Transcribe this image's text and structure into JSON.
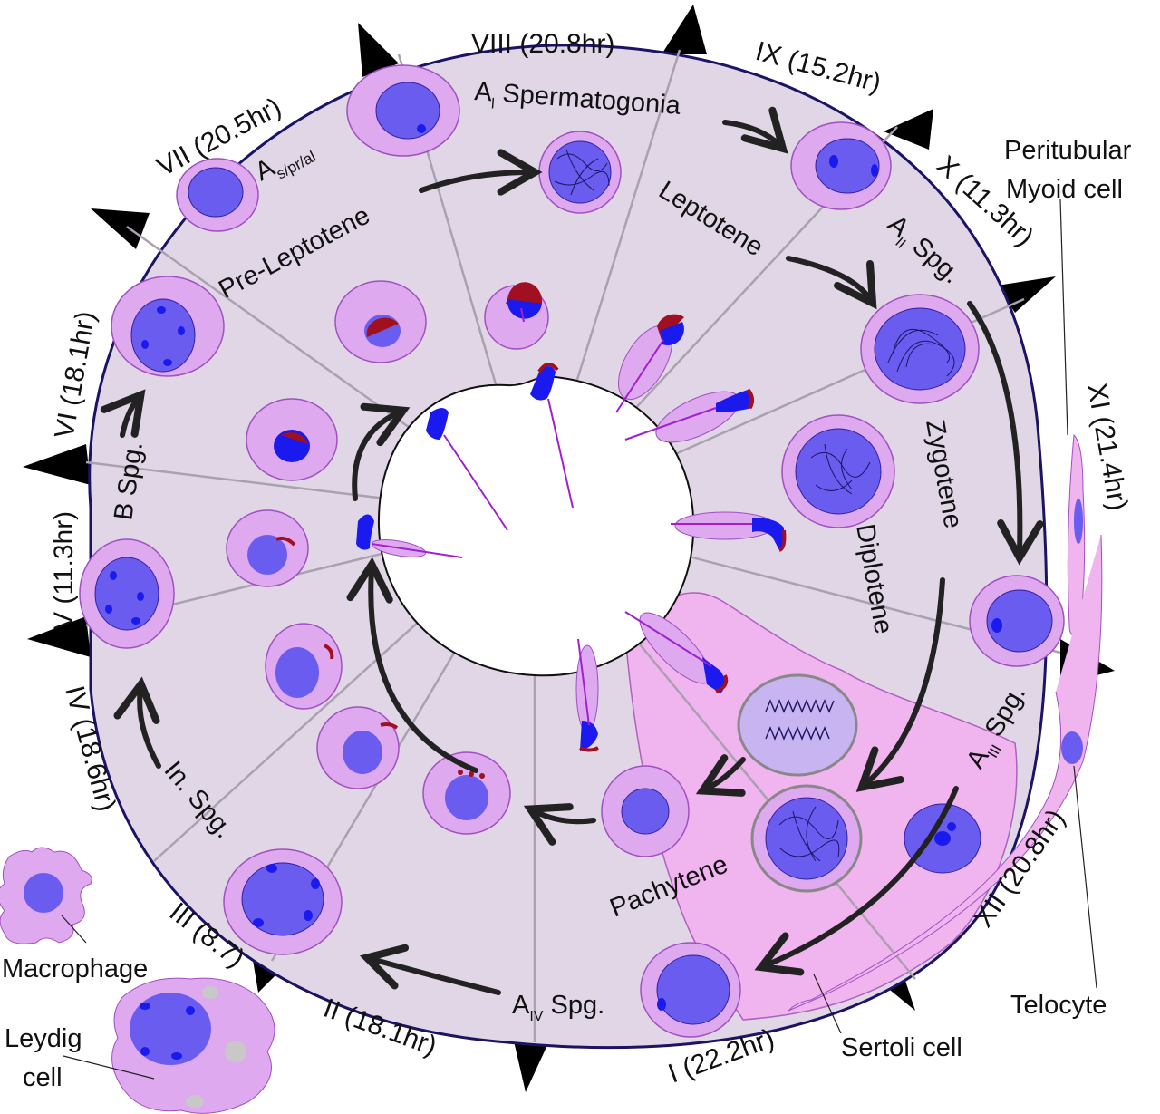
{
  "stages": [
    {
      "roman": "I",
      "duration": "(22.2hr)"
    },
    {
      "roman": "II",
      "duration": "(18.1hr)"
    },
    {
      "roman": "III",
      "duration": "(8.7)"
    },
    {
      "roman": "IV",
      "duration": "(18.6hr)"
    },
    {
      "roman": "V",
      "duration": "(11.3hr)"
    },
    {
      "roman": "VI",
      "duration": "(18.1hr)"
    },
    {
      "roman": "VII",
      "duration": "(20.5hr)"
    },
    {
      "roman": "VIII",
      "duration": "(20.8hr)"
    },
    {
      "roman": "IX",
      "duration": "(15.2hr)"
    },
    {
      "roman": "X",
      "duration": "(11.3hr)"
    },
    {
      "roman": "XI",
      "duration": "(21.4hr)"
    },
    {
      "roman": "XII",
      "duration": "(20.8hr)"
    }
  ],
  "cell_labels": {
    "as_main": "A",
    "as_sub": "s/pr/al",
    "al_main": "A",
    "al_sub": "l",
    "al_rest": " Spermatogonia",
    "aii_main": "A",
    "aii_sub": "II",
    "aii_rest": " Spg.",
    "aiii_main": "A",
    "aiii_sub": "III",
    "aiii_rest": " Spg.",
    "aiv_main": "A",
    "aiv_sub": "IV",
    "aiv_rest": " Spg.",
    "pre_leptotene": "Pre-Leptotene",
    "leptotene": "Leptotene",
    "zygotene": "Zygotene",
    "diplotene": "Diplotene",
    "pachytene": "Pachytene",
    "b_spg": "B Spg.",
    "in_spg": "In. Spg."
  },
  "outside_labels": {
    "peritubular_line1": "Peritubular",
    "peritubular_line2": "Myoid cell",
    "telocyte": "Telocyte",
    "sertoli": "Sertoli cell",
    "macrophage": "Macrophage",
    "leydig_line1": "Leydig",
    "leydig_line2": "cell"
  },
  "colors": {
    "tubule_fill": "#e0d6e6",
    "tubule_border": "#1b1464",
    "cell_fill": "#dfa9f0",
    "nucleus_fill": "#6b5cf0",
    "nucleus_dark": "#1a1aee",
    "acrosome_red": "#a01020",
    "sertoli_fill": "#f0b4ef",
    "spike": "#000000"
  }
}
